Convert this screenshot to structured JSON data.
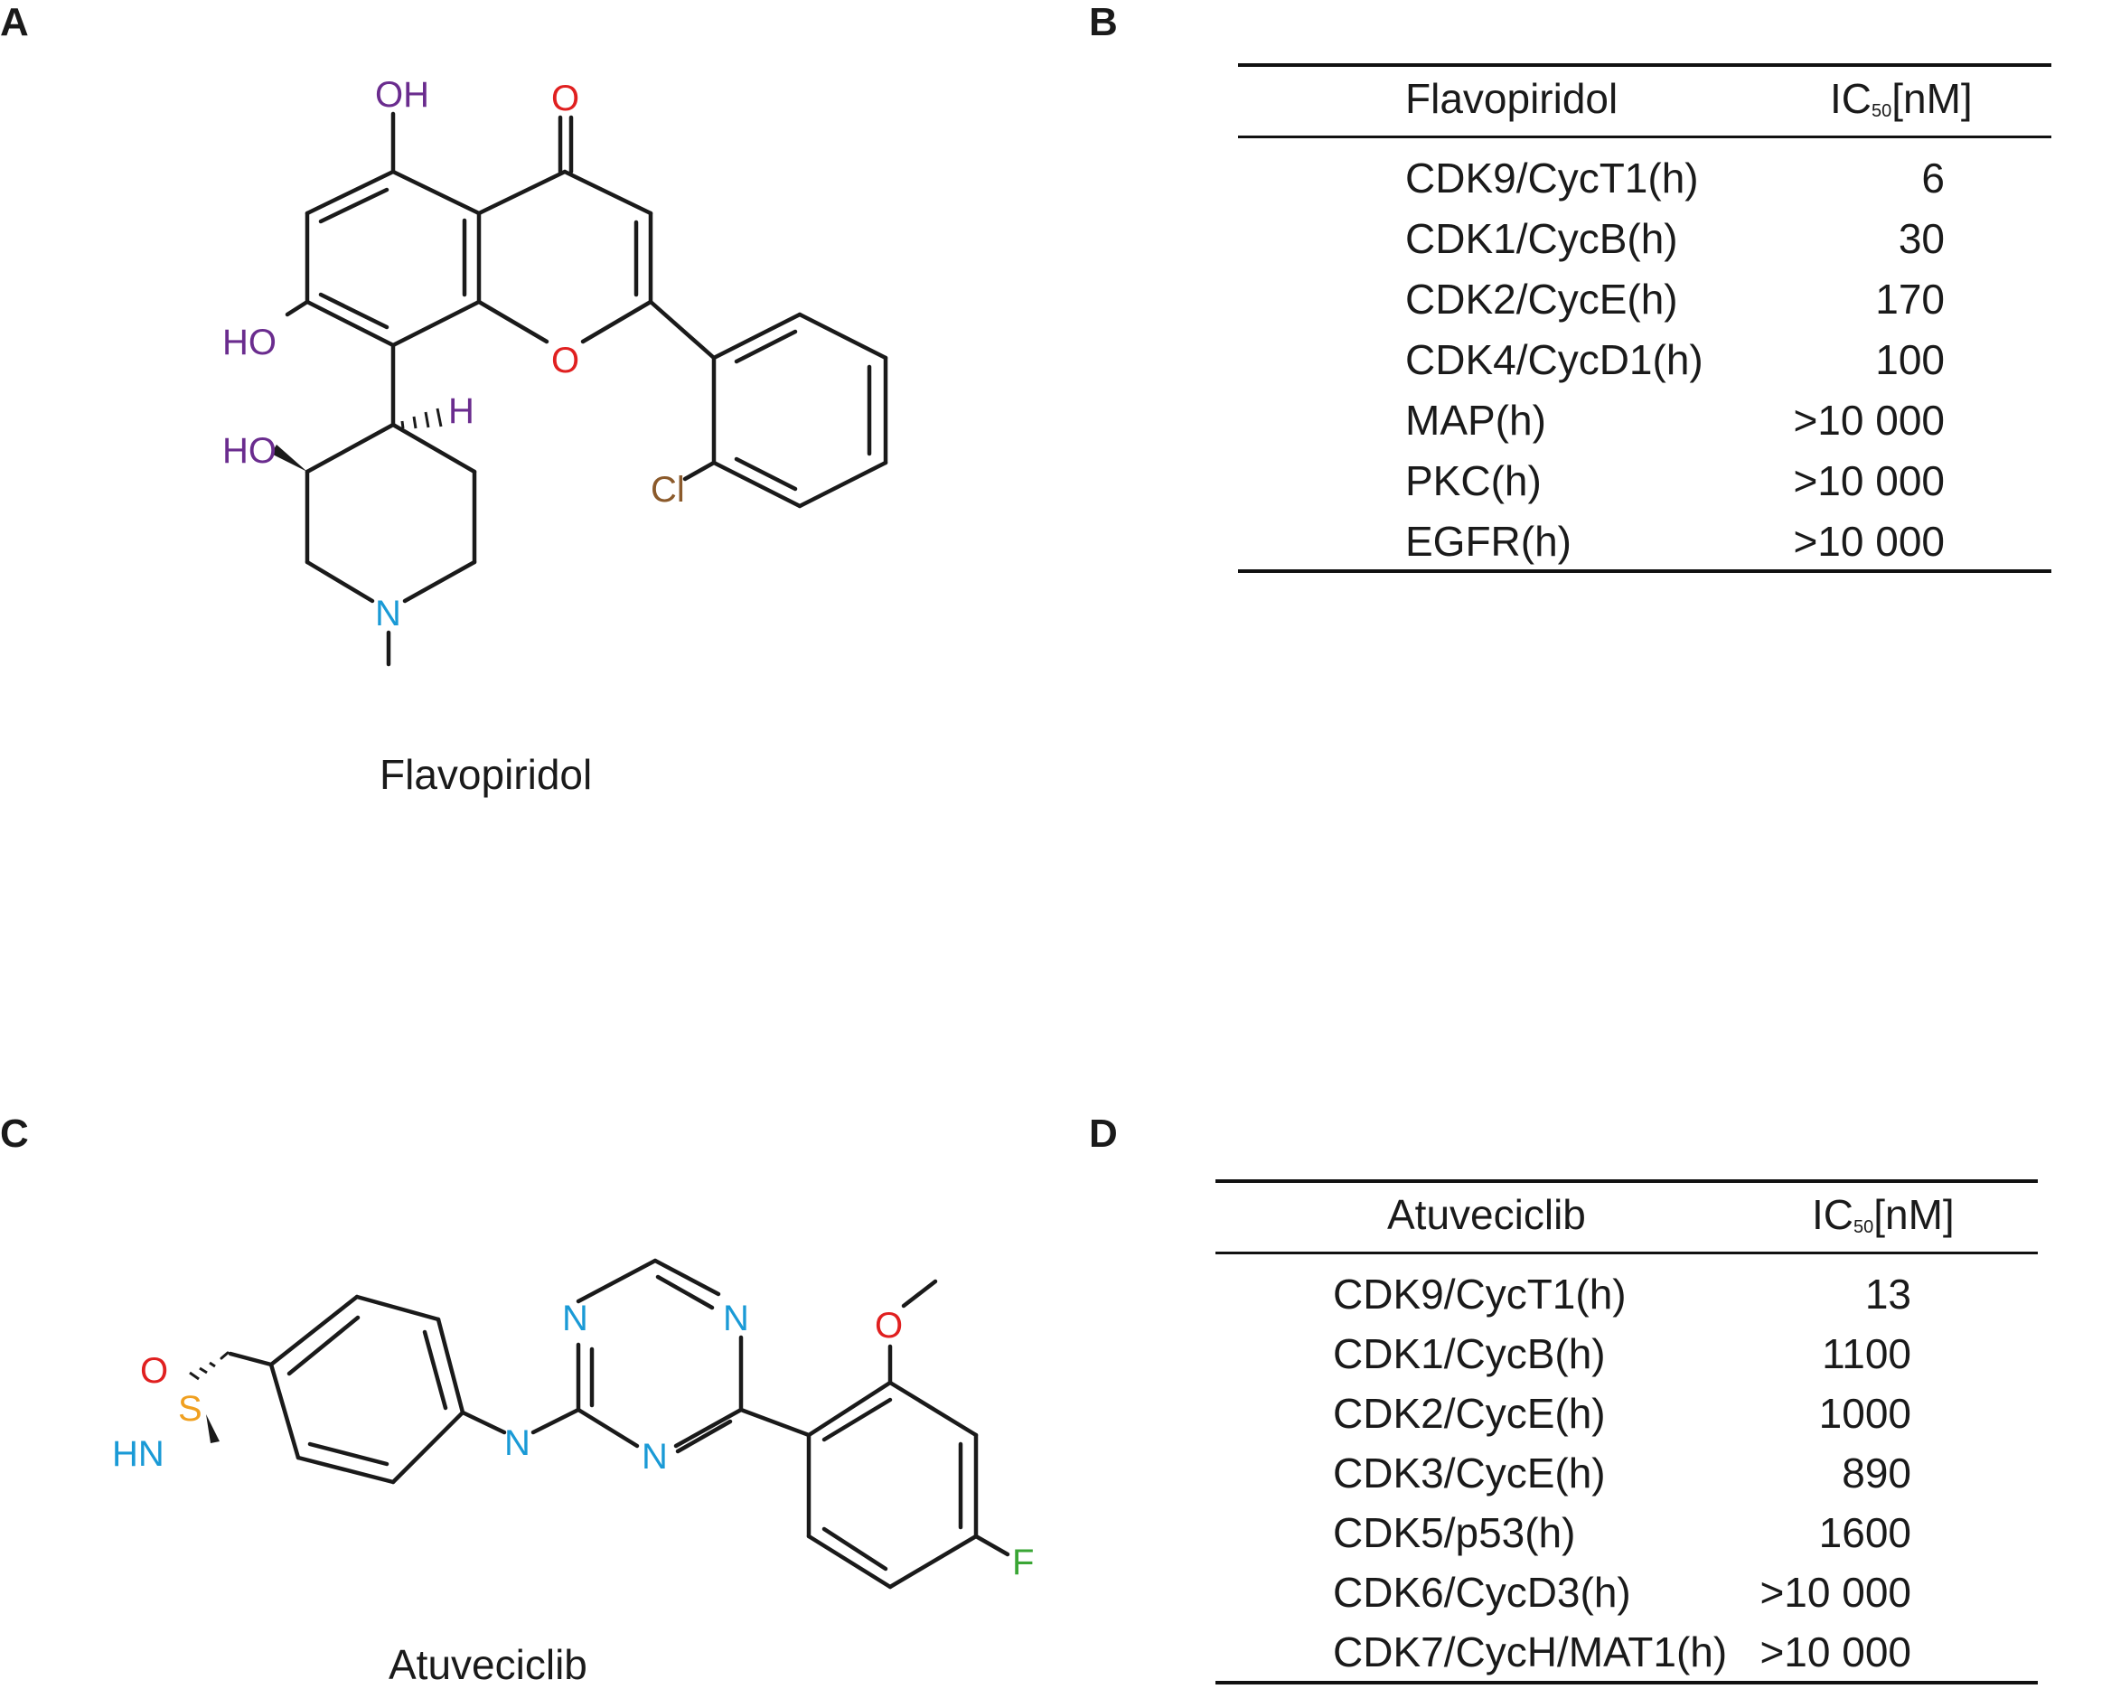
{
  "panels": {
    "a": {
      "label": "A",
      "compound_name": "Flavopiridol",
      "atoms": {
        "oh_top": "OH",
        "ho_left": "HO",
        "ho_pip": "HO",
        "h": "H",
        "o_carbonyl": "O",
        "o_ring": "O",
        "cl": "Cl",
        "n": "N"
      }
    },
    "b": {
      "label": "B",
      "header_left": "Flavopiridol",
      "header_right_main": "IC",
      "header_right_sub": "50",
      "header_right_tail": "[nM]",
      "rows": [
        {
          "target": "CDK9/CycT1(h)",
          "value": "6"
        },
        {
          "target": "CDK1/CycB(h)",
          "value": "30"
        },
        {
          "target": "CDK2/CycE(h)",
          "value": "170"
        },
        {
          "target": "CDK4/CycD1(h)",
          "value": "100"
        },
        {
          "target": "MAP(h)",
          "value": ">10 000"
        },
        {
          "target": "PKC(h)",
          "value": ">10 000"
        },
        {
          "target": "EGFR(h)",
          "value": ">10 000"
        }
      ]
    },
    "c": {
      "label": "C",
      "compound_name": "Atuveciclib",
      "atoms": {
        "o_s": "O",
        "s": "S",
        "hn": "HN",
        "n_link": "N",
        "n_tri1": "N",
        "n_tri2": "N",
        "n_tri3": "N",
        "o_me": "O",
        "f": "F"
      }
    },
    "d": {
      "label": "D",
      "header_left": "Atuveciclib",
      "header_right_main": "IC",
      "header_right_sub": "50",
      "header_right_tail": "[nM]",
      "rows": [
        {
          "target": "CDK9/CycT1(h)",
          "value": "13"
        },
        {
          "target": "CDK1/CycB(h)",
          "value": "1100"
        },
        {
          "target": "CDK2/CycE(h)",
          "value": "1000"
        },
        {
          "target": "CDK3/CycE(h)",
          "value": "890"
        },
        {
          "target": "CDK5/p53(h)",
          "value": "1600"
        },
        {
          "target": "CDK6/CycD3(h)",
          "value": ">10 000"
        },
        {
          "target": "CDK7/CycH/MAT1(h)",
          "value": ">10 000"
        }
      ]
    }
  },
  "colors": {
    "bond": "#1a1a1a",
    "oxygen": "#e02020",
    "nitrogen": "#1a9ad6",
    "hydroxyl": "#6a2c8e",
    "chlorine": "#8b5a2b",
    "sulfur": "#f0a020",
    "fluorine": "#3aa635"
  }
}
